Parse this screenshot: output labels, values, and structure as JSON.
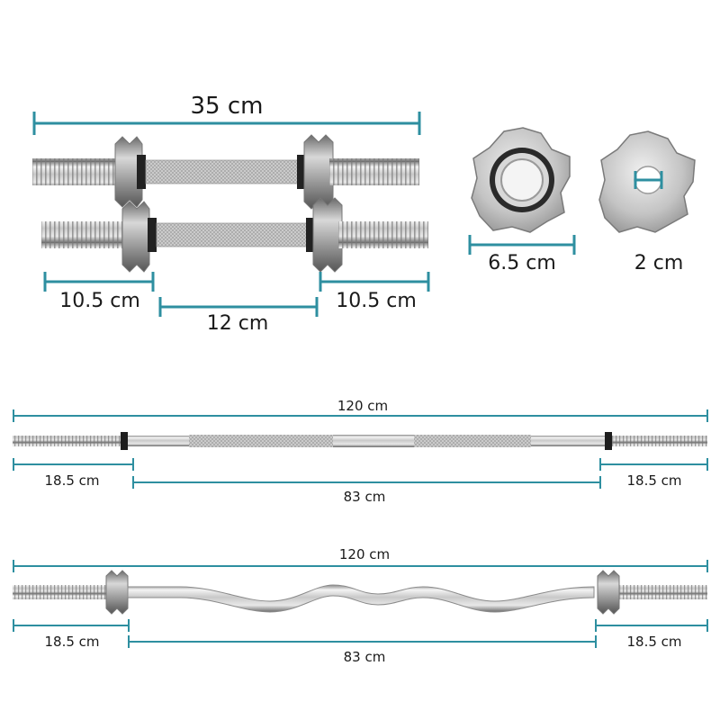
{
  "dumbbell": {
    "total_length": "35 cm",
    "sleeve_left": "10.5 cm",
    "grip": "12 cm",
    "sleeve_right": "10.5 cm"
  },
  "collar": {
    "outer_diameter": "6.5 cm",
    "inner_diameter": "2 cm"
  },
  "straight_bar": {
    "total_length": "120 cm",
    "sleeve_left": "18.5 cm",
    "grip": "83 cm",
    "sleeve_right": "18.5 cm"
  },
  "curl_bar": {
    "total_length": "120 cm",
    "sleeve_left": "18.5 cm",
    "grip": "83 cm",
    "sleeve_right": "18.5 cm"
  },
  "colors": {
    "dimension_line": "#2e8fa0",
    "chrome_light": "#f2f2f2",
    "chrome_mid": "#b8b8b8",
    "chrome_dark": "#6e6e6e",
    "rubber": "#1e1e1e"
  }
}
